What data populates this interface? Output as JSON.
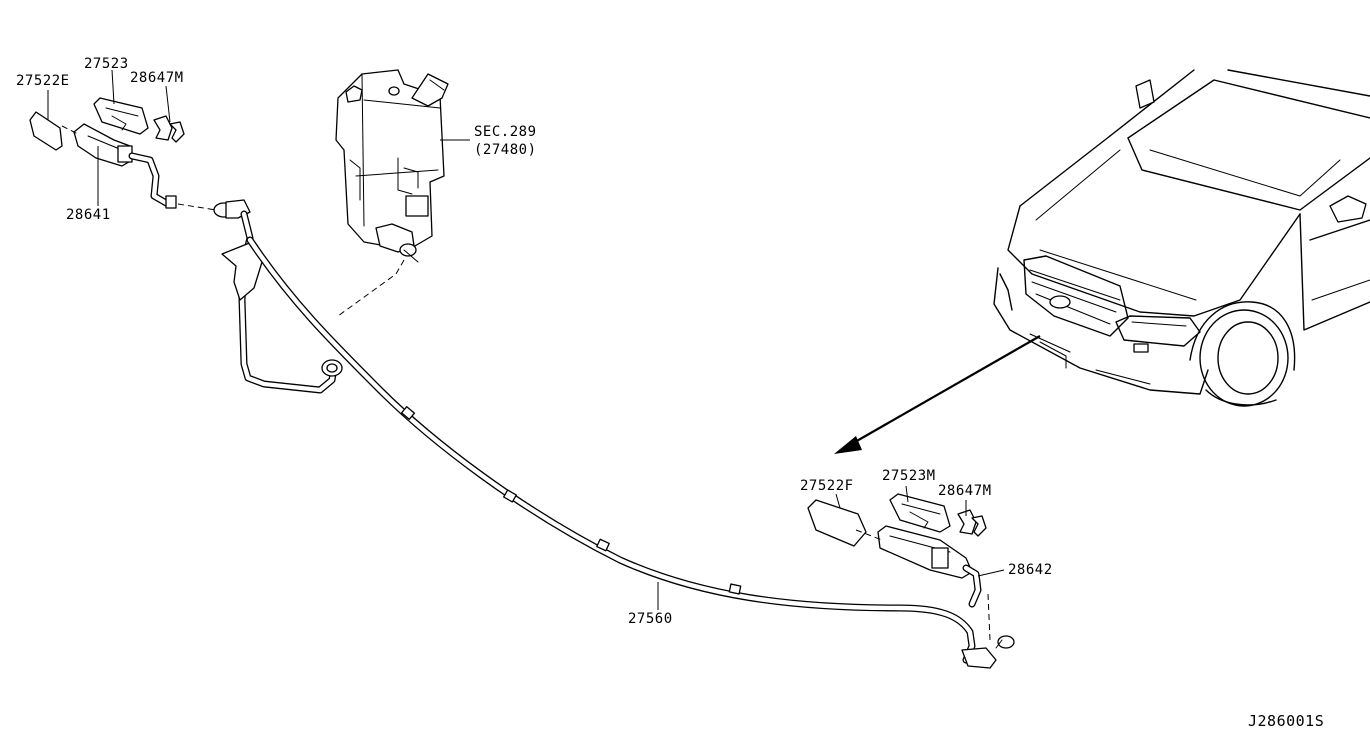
{
  "diagram": {
    "labels": {
      "nozzle_cover_left": "27522E",
      "nozzle_left": "27523",
      "clip_left": "28647M",
      "actuator_left": "28641",
      "tank_section": "SEC.289",
      "tank_section_ref": "(27480)",
      "nozzle_cover_right": "27522F",
      "nozzle_right": "27523M",
      "clip_right": "28647M",
      "actuator_right": "28642",
      "hose": "27560"
    },
    "drawing_id": "J286001S"
  }
}
